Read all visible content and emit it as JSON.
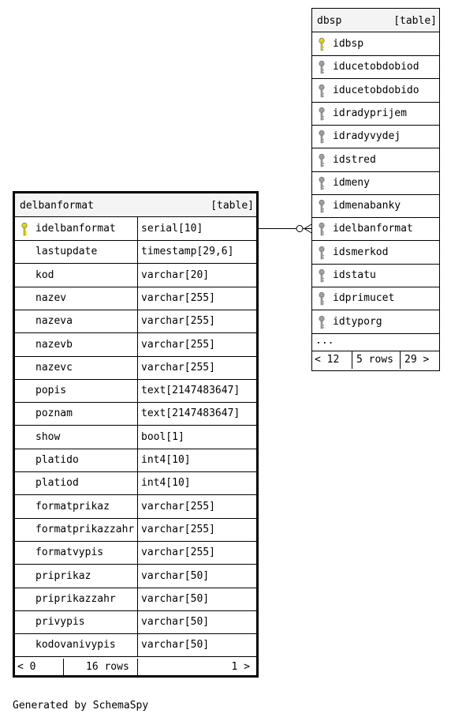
{
  "tables": {
    "delbanformat": {
      "name": "delbanformat",
      "type_tag": "[table]",
      "columns": [
        {
          "name": "idelbanformat",
          "type": "serial[10]",
          "key": "primary"
        },
        {
          "name": "lastupdate",
          "type": "timestamp[29,6]",
          "key": "none"
        },
        {
          "name": "kod",
          "type": "varchar[20]",
          "key": "none"
        },
        {
          "name": "nazev",
          "type": "varchar[255]",
          "key": "none"
        },
        {
          "name": "nazeva",
          "type": "varchar[255]",
          "key": "none"
        },
        {
          "name": "nazevb",
          "type": "varchar[255]",
          "key": "none"
        },
        {
          "name": "nazevc",
          "type": "varchar[255]",
          "key": "none"
        },
        {
          "name": "popis",
          "type": "text[2147483647]",
          "key": "none"
        },
        {
          "name": "poznam",
          "type": "text[2147483647]",
          "key": "none"
        },
        {
          "name": "show",
          "type": "bool[1]",
          "key": "none"
        },
        {
          "name": "platido",
          "type": "int4[10]",
          "key": "none"
        },
        {
          "name": "platiod",
          "type": "int4[10]",
          "key": "none"
        },
        {
          "name": "formatprikaz",
          "type": "varchar[255]",
          "key": "none"
        },
        {
          "name": "formatprikazzahr",
          "type": "varchar[255]",
          "key": "none"
        },
        {
          "name": "formatvypis",
          "type": "varchar[255]",
          "key": "none"
        },
        {
          "name": "priprikaz",
          "type": "varchar[50]",
          "key": "none"
        },
        {
          "name": "priprikazzahr",
          "type": "varchar[50]",
          "key": "none"
        },
        {
          "name": "privypis",
          "type": "varchar[50]",
          "key": "none"
        },
        {
          "name": "kodovanivypis",
          "type": "varchar[50]",
          "key": "none"
        }
      ],
      "footer": {
        "parents": "< 0",
        "rows": "16 rows",
        "children": "1 >"
      }
    },
    "dbsp": {
      "name": "dbsp",
      "type_tag": "[table]",
      "columns": [
        {
          "name": "idbsp",
          "key": "primary"
        },
        {
          "name": "iducetobdobiod",
          "key": "foreign"
        },
        {
          "name": "iducetobdobido",
          "key": "foreign"
        },
        {
          "name": "idradyprijem",
          "key": "foreign"
        },
        {
          "name": "idradyvydej",
          "key": "foreign"
        },
        {
          "name": "idstred",
          "key": "foreign"
        },
        {
          "name": "idmeny",
          "key": "foreign"
        },
        {
          "name": "idmenabanky",
          "key": "foreign"
        },
        {
          "name": "idelbanformat",
          "key": "foreign"
        },
        {
          "name": "idsmerkod",
          "key": "foreign"
        },
        {
          "name": "idstatu",
          "key": "foreign"
        },
        {
          "name": "idprimucet",
          "key": "foreign"
        },
        {
          "name": "idtyporg",
          "key": "foreign"
        }
      ],
      "more": "...",
      "footer": {
        "parents": "< 12",
        "rows": "5 rows",
        "children": "29 >"
      }
    }
  },
  "key_colors": {
    "primary": "#e8d800",
    "foreign": "#a0a0a0"
  },
  "relationship": {
    "from": "dbsp.idelbanformat",
    "to": "delbanformat.idelbanformat",
    "cardinality": "zero-or-many to one"
  },
  "credit": "Generated by SchemaSpy"
}
